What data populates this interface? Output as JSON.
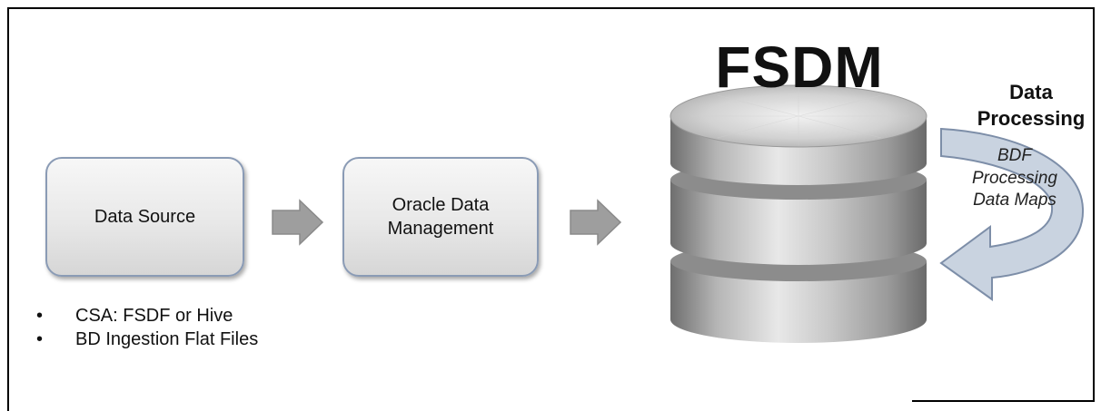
{
  "diagram": {
    "data_source_label": "Data Source",
    "odm_label": "Oracle Data\nManagement",
    "source_bullets": [
      "CSA: FSDF or Hive",
      "BD Ingestion Flat Files"
    ],
    "bullet_glyph": "•",
    "fsdm_title": "FSDM",
    "processing_title": "Data\nProcessing",
    "processing_subtitle": "BDF\nProcessing\nData Maps",
    "colors": {
      "box_border": "#8a9bb5",
      "arrow_fill": "#9e9e9e",
      "cylinder_mid": "#b8b8b8",
      "curved_arrow_fill": "#c9d3e0"
    }
  }
}
